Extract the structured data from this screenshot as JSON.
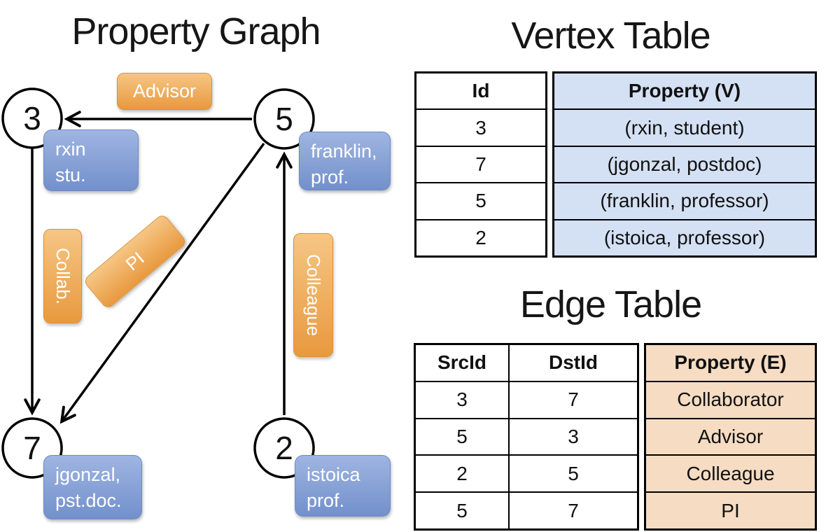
{
  "graph": {
    "title": "Property Graph",
    "nodes": [
      {
        "id": "3",
        "line1": "rxin",
        "line2": "stu."
      },
      {
        "id": "5",
        "line1": "franklin,",
        "line2": "prof."
      },
      {
        "id": "7",
        "line1": "jgonzal,",
        "line2": "pst.doc."
      },
      {
        "id": "2",
        "line1": "istoica",
        "line2": "prof."
      }
    ],
    "edge_labels": {
      "advisor": "Advisor",
      "collab": "Collab.",
      "pi": "PI",
      "colleague": "Colleague"
    }
  },
  "vertex_table": {
    "title": "Vertex Table",
    "col_id": "Id",
    "col_property": "Property (V)",
    "rows": [
      {
        "id": "3",
        "property": "(rxin, student)"
      },
      {
        "id": "7",
        "property": "(jgonzal, postdoc)"
      },
      {
        "id": "5",
        "property": "(franklin, professor)"
      },
      {
        "id": "2",
        "property": "(istoica, professor)"
      }
    ]
  },
  "edge_table": {
    "title": "Edge Table",
    "col_src": "SrcId",
    "col_dst": "DstId",
    "col_property": "Property (E)",
    "rows": [
      {
        "src": "3",
        "dst": "7",
        "property": "Collaborator"
      },
      {
        "src": "5",
        "dst": "3",
        "property": "Advisor"
      },
      {
        "src": "2",
        "dst": "5",
        "property": "Colleague"
      },
      {
        "src": "5",
        "dst": "7",
        "property": "PI"
      }
    ]
  },
  "colors": {
    "edge_label_orange_top": "#f6c685",
    "edge_label_orange_bottom": "#e8993e",
    "vertex_label_blue_top": "#9fb5e2",
    "vertex_label_blue_bottom": "#7290cb",
    "vertex_property_fill": "#d4e0f3",
    "edge_property_fill": "#f5dcc2",
    "line_color": "#000000",
    "node_fill": "#ffffff"
  }
}
